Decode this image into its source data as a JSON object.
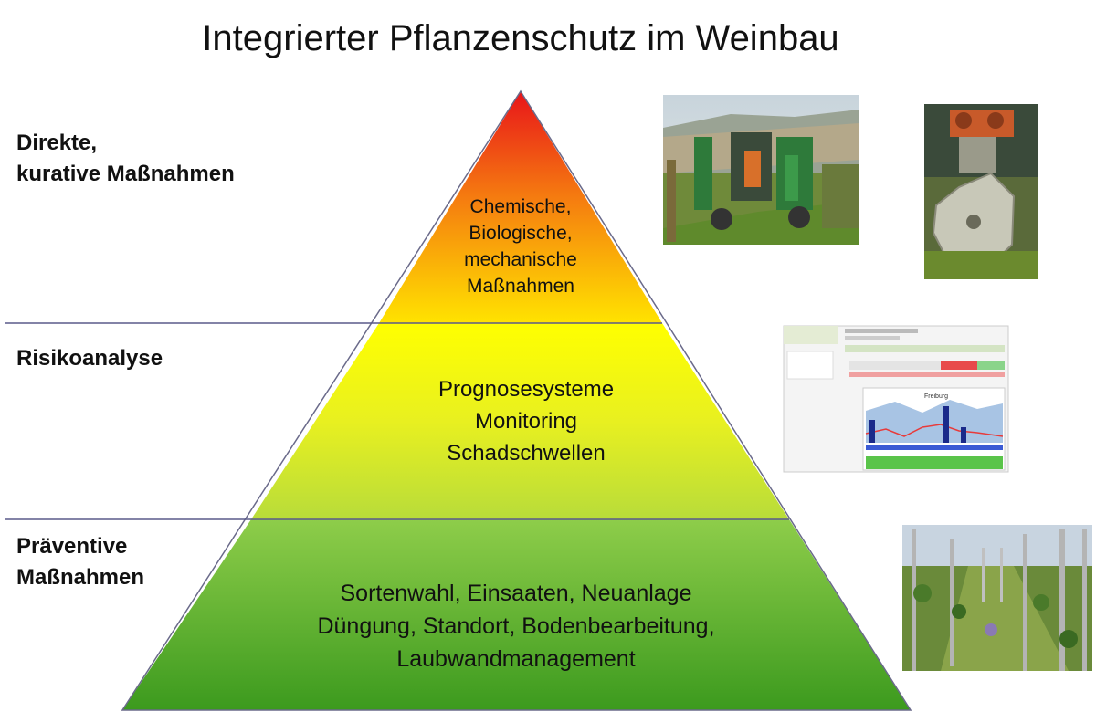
{
  "title": "Integrierter Pflanzenschutz im Weinbau",
  "levels": [
    {
      "label": "Direkte,\nkurative Maßnahmen",
      "content": "Chemische,\nBiologische,\nmechanische\nMaßnahmen"
    },
    {
      "label": "Risikoanalyse",
      "content": "Prognosesysteme\nMonitoring\nSchadschwellen"
    },
    {
      "label": "Präventive\nMaßnahmen",
      "content": "Sortenwahl, Einsaaten, Neuanlage\nDüngung, Standort, Bodenbearbeitung,\nLaubwandmanagement"
    }
  ],
  "colors": {
    "apex": "#e8141a",
    "top_bottom": "#ffe300",
    "middle_top": "#ffff00",
    "middle_bottom": "#b8dc3a",
    "bottom_top": "#8ecd4a",
    "bottom_bottom": "#3c9a1e",
    "divider": "#5a5a8a"
  },
  "screenshot_thumbnail": {
    "chart_heading": "Freiburg"
  }
}
